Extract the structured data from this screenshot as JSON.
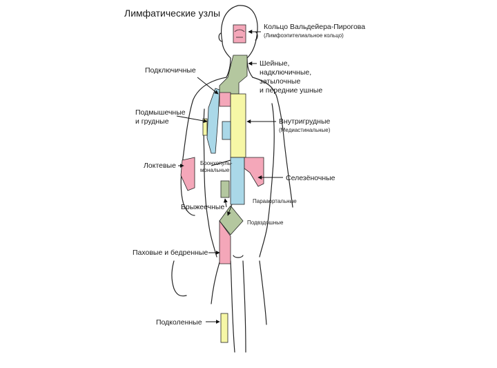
{
  "title": "Лимфатические узлы",
  "colors": {
    "pink": "#f4a7b9",
    "blue": "#aad8e8",
    "green": "#b4c79f",
    "yellow": "#f6f7a6",
    "outline": "#222222"
  },
  "labels": {
    "ring_main": "Кольцо Вальдейера-Пирогова",
    "ring_sub": "(Лимфоэпителиальное кольцо)",
    "cervical": "Шейные,\nнадключичные,\nзатылочные\nи передние ушные",
    "subclavian": "Подключичные",
    "axillary": "Подмышечные\nи грудные",
    "intrathoracic": "Внутригрудные",
    "mediastinal": "(Медиастинальные)",
    "bronchopulmonary": "Бронхопуль-\nмональные",
    "elbow": "Локтевые",
    "splenic": "Селезёночные",
    "paraaortic": "Парааортальные",
    "mesenteric": "Брыжеечные",
    "iliac": "Подвздошные",
    "inguinal": "Паховые и бедренные",
    "popliteal": "Подколенные"
  }
}
